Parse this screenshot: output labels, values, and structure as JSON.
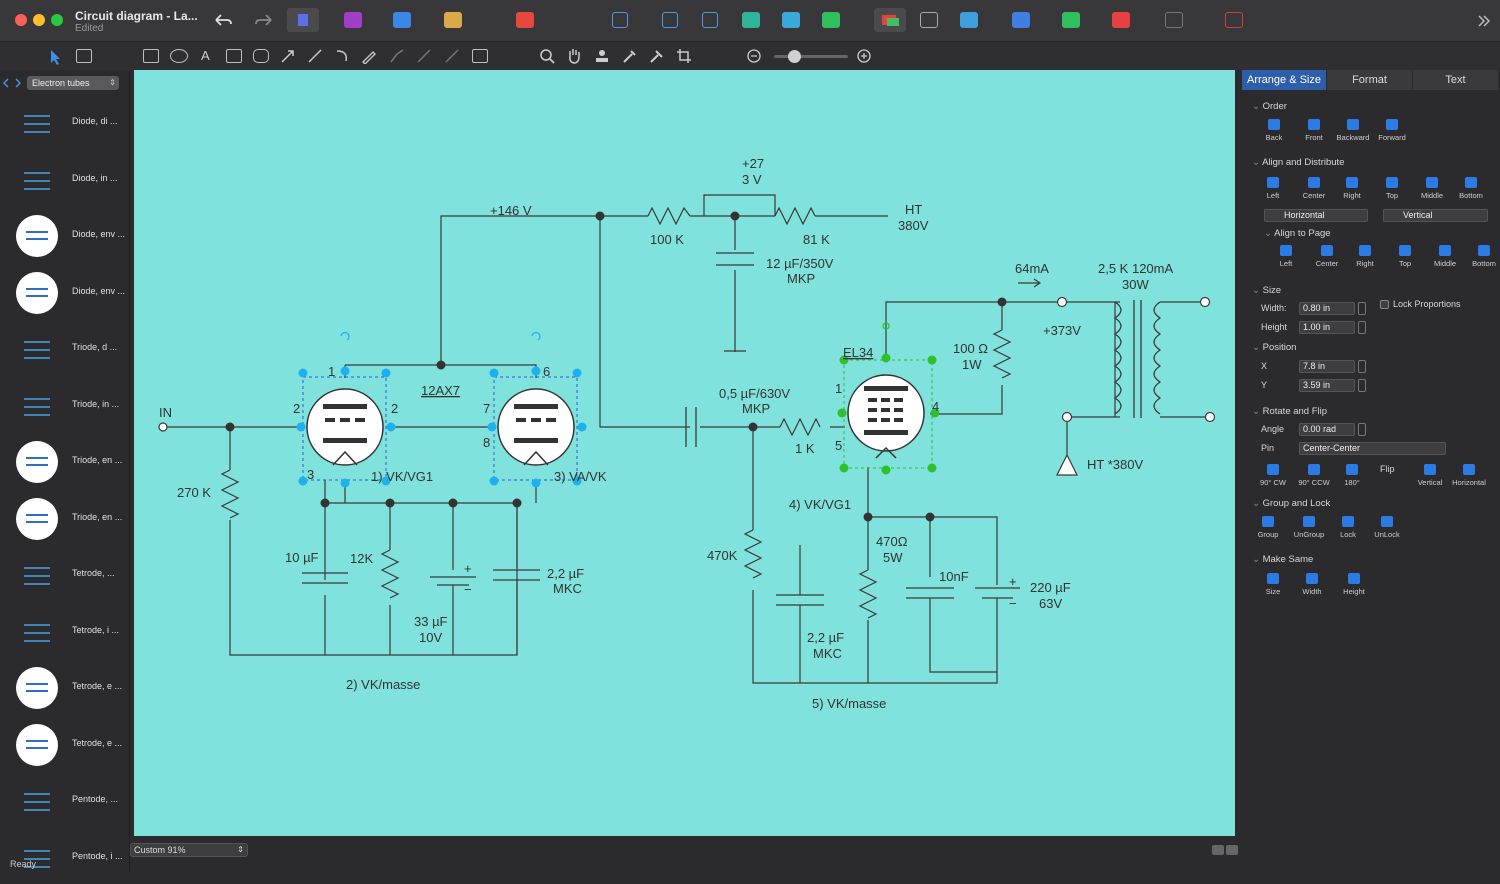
{
  "window": {
    "title": "Circuit diagram - La...",
    "subtitle": "Edited",
    "colors": {
      "close": "#ff5f57",
      "minimize": "#febc2e",
      "zoom": "#28c840",
      "canvas": "#7fe2dc",
      "accent": "#2d5ea9",
      "selection": "#1fb0f0",
      "selection_green": "#2ec02e"
    }
  },
  "sidebar": {
    "library": "Electron tubes",
    "items": [
      {
        "label": "Diode, di ...",
        "thumb": "line"
      },
      {
        "label": "Diode, in ...",
        "thumb": "line"
      },
      {
        "label": "Diode, env ...",
        "thumb": "circle"
      },
      {
        "label": "Diode, env ...",
        "thumb": "circle"
      },
      {
        "label": "Triode, d ...",
        "thumb": "line"
      },
      {
        "label": "Triode, in ...",
        "thumb": "line"
      },
      {
        "label": "Triode, en ...",
        "thumb": "circle"
      },
      {
        "label": "Triode, en ...",
        "thumb": "circle"
      },
      {
        "label": "Tetrode, ...",
        "thumb": "line"
      },
      {
        "label": "Tetrode, i ...",
        "thumb": "line"
      },
      {
        "label": "Tetrode, e ...",
        "thumb": "circle"
      },
      {
        "label": "Tetrode, e ...",
        "thumb": "circle"
      },
      {
        "label": "Pentode, ...",
        "thumb": "line"
      },
      {
        "label": "Pentode, i ...",
        "thumb": "line"
      }
    ]
  },
  "status": {
    "text": "Ready",
    "zoom": "Custom 91%"
  },
  "panel": {
    "tabs": [
      "Arrange & Size",
      "Format",
      "Text"
    ],
    "order": {
      "title": "Order",
      "buttons": [
        "Back",
        "Front",
        "Backward",
        "Forward"
      ]
    },
    "align": {
      "title": "Align and Distribute",
      "buttons": [
        "Left",
        "Center",
        "Right",
        "Top",
        "Middle",
        "Bottom"
      ],
      "horizontal": "Horizontal",
      "vertical": "Vertical"
    },
    "align_page": {
      "title": "Align to Page",
      "buttons": [
        "Left",
        "Center",
        "Right",
        "Top",
        "Middle",
        "Bottom"
      ]
    },
    "size": {
      "title": "Size",
      "width_label": "Width:",
      "width": "0.80 in",
      "height_label": "Height",
      "height": "1.00 in",
      "lock": "Lock Proportions"
    },
    "position": {
      "title": "Position",
      "x_label": "X",
      "x": "7.8 in",
      "y_label": "Y",
      "y": "3.59 in"
    },
    "rotate": {
      "title": "Rotate and Flip",
      "angle_label": "Angle",
      "angle": "0.00 rad",
      "pin_label": "Pin",
      "pin": "Center-Center",
      "buttons": [
        "90° CW",
        "90° CCW",
        "180°"
      ],
      "flip_label": "Flip",
      "flip_buttons": [
        "Vertical",
        "Horizontal"
      ]
    },
    "group": {
      "title": "Group and Lock",
      "buttons": [
        "Group",
        "UnGroup",
        "Lock",
        "UnLock"
      ]
    },
    "same": {
      "title": "Make Same",
      "buttons": [
        "Size",
        "Width",
        "Height"
      ]
    }
  },
  "circuit": {
    "labels": {
      "v146": "+146 V",
      "v27a": "+27",
      "v27b": "3 V",
      "r100k": "100 K",
      "r81k": "81 K",
      "ht": "HT",
      "ht380": "380V",
      "c12a": "12 µF/350V",
      "c12b": "MKP",
      "ma64": "64mA",
      "k25a": "2,5 K 120mA",
      "k25b": "30W",
      "v373": "+373V",
      "r100ohm": "100 Ω",
      "w1": "1W",
      "el34": "EL34",
      "tube12ax7": "12AX7",
      "c05a": "0,5 µF/630V",
      "c05b": "MKP",
      "r1k": "1 K",
      "in": "IN",
      "r270k": "270 K",
      "vk1": "1) VK/VG1",
      "vk3": "3) VA/VK",
      "vk4": "4) VK/VG1",
      "r470k": "470K",
      "r470ohm": "470Ω",
      "w5": "5W",
      "c10nf": "10nF",
      "c220a": "220 µF",
      "c220b": "63V",
      "c10uf": "10 µF",
      "r12k": "12K",
      "c33a": "33 µF",
      "c33b": "10V",
      "c22a": "2,2 µF",
      "c22b": "MKC",
      "c22c": "2,2 µF",
      "c22d": "MKC",
      "masse2": "2) VK/masse",
      "masse5": "5) VK/masse",
      "ht380b": "HT *380V",
      "p1": "1",
      "p2a": "2",
      "p2b": "2",
      "p3": "3",
      "p6": "6",
      "p7": "7",
      "p8": "8",
      "e1": "1",
      "e4": "4",
      "e5": "5",
      "plus1": "+",
      "minus1": "−",
      "plus2": "+",
      "minus2": "−"
    }
  }
}
